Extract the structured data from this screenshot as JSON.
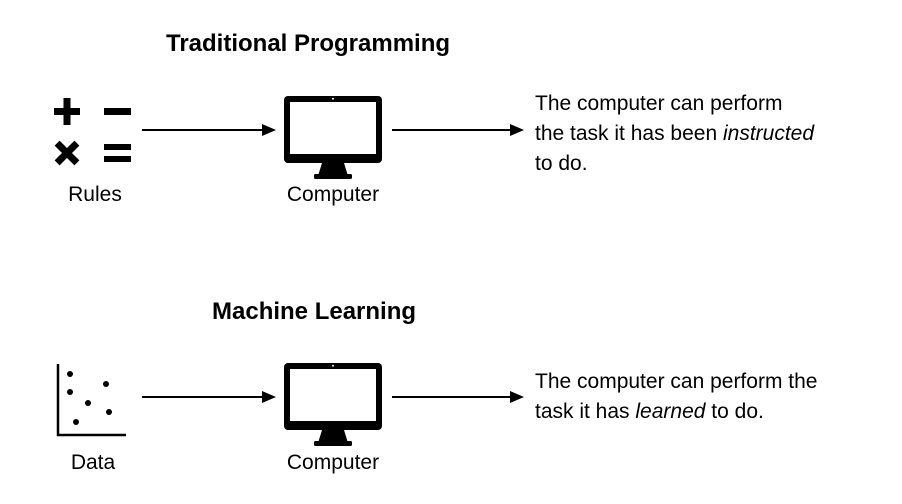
{
  "traditional": {
    "title": "Traditional Programming",
    "input_label": "Rules",
    "computer_label": "Computer",
    "output": {
      "line1": "The computer can perform",
      "line2_pre": "the task it has been ",
      "line2_em": "instructed",
      "line3": "to do."
    },
    "symbols": {
      "plus": "+",
      "minus": "−",
      "times": "x",
      "equals": "="
    }
  },
  "ml": {
    "title": "Machine Learning",
    "input_label": "Data",
    "computer_label": "Computer",
    "output": {
      "line1": "The computer can perform the",
      "line2_pre": "task it has ",
      "line2_em": "learned",
      "line2_post": " to do."
    }
  },
  "icons": {
    "rules": "math-operators-icon",
    "data": "scatter-plot-icon",
    "computer": "monitor-icon"
  }
}
